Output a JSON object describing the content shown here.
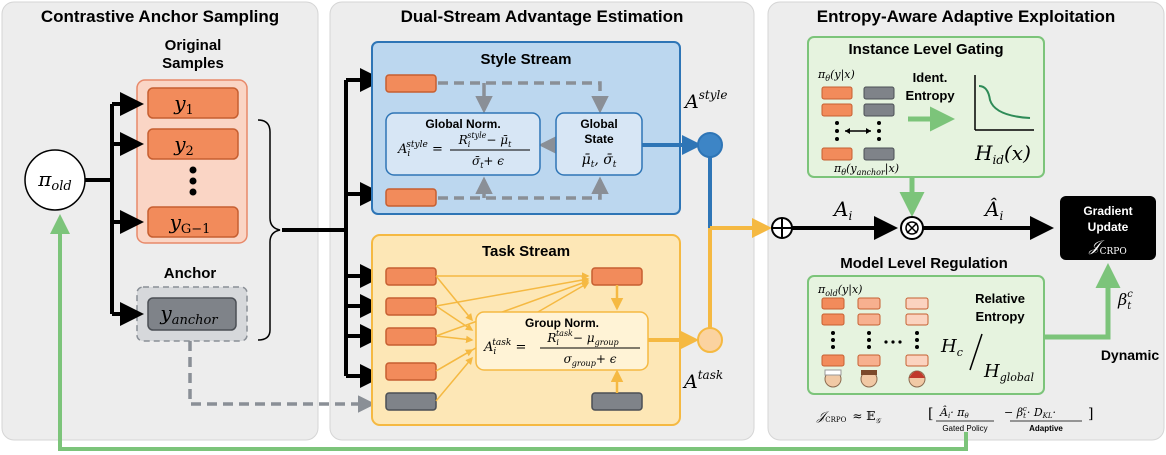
{
  "panels": {
    "left": "Contrastive Anchor Sampling",
    "middle": "Dual-Stream Advantage Estimation",
    "right": "Entropy-Aware Adaptive Exploitation"
  },
  "left": {
    "original_l1": "Original",
    "original_l2": "Samples",
    "policy": "π",
    "policy_sub": "old",
    "samples": [
      {
        "base": "y",
        "sub": "1"
      },
      {
        "base": "y",
        "sub": "2"
      },
      {
        "base": "y",
        "sub": "G−1"
      }
    ],
    "anchor_label": "Anchor",
    "anchor_base": "y",
    "anchor_sub": "anchor"
  },
  "style": {
    "title": "Style Stream",
    "norm_title": "Global Norm.",
    "norm_lhs": "A",
    "norm_lhs_sub": "i",
    "norm_lhs_sup": "style",
    "norm_num": "R",
    "norm_num_sub": "i",
    "norm_num_sup": "style",
    "norm_num_rest": "− μ̄",
    "norm_num_rest_sub": "t",
    "norm_den": "σ̄",
    "norm_den_sub": "t",
    "norm_den_rest": "+ ϵ",
    "state_l1": "Global",
    "state_l2": "State",
    "state_vals": "μ̄",
    "state_vals_sub": "t",
    "state_vals_2": ", σ̄",
    "state_vals_2_sub": "t",
    "out_base": "A",
    "out_sup": "style"
  },
  "task": {
    "title": "Task Stream",
    "norm_title": "Group Norm.",
    "norm_lhs": "A",
    "norm_lhs_sub": "i",
    "norm_lhs_sup": "task",
    "norm_num": "R",
    "norm_num_sub": "i",
    "norm_num_sup": "task",
    "norm_num_rest": "− μ",
    "norm_num_rest_sub": "group",
    "norm_den": "σ",
    "norm_den_sub": "group",
    "norm_den_rest": "+ ϵ",
    "out_base": "A",
    "out_sup": "task"
  },
  "right": {
    "gating_title": "Instance Level Gating",
    "gating_pi": "π",
    "gating_pi_sub": "θ",
    "gating_pi_arg": "(y|x)",
    "ident_l1": "Ident.",
    "ident_l2": "Entropy",
    "hid": "H",
    "hid_sub": "id",
    "hid_arg": "(x)",
    "anchor_pi": "π",
    "anchor_pi_sub": "θ",
    "anchor_pi_arg": "(y",
    "anchor_pi_arg_sub": "anchor",
    "anchor_pi_arg_end": "|x)",
    "ai": "A",
    "ai_sub": "i",
    "ahat": "Â",
    "ahat_sub": "i",
    "grad_l1": "Gradient",
    "grad_l2": "Update",
    "grad_j": "𝒥",
    "grad_j_sub": "CRPO",
    "reg_title": "Model Level Regulation",
    "reg_pi": "π",
    "reg_pi_sub": "old",
    "reg_pi_arg": "(y|x)",
    "rel_l1": "Relative",
    "rel_l2": "Entropy",
    "hc": "H",
    "hc_sub": "c",
    "hglobal": "H",
    "hglobal_sub": "global",
    "beta": "β",
    "beta_sub": "t",
    "beta_sup": "c",
    "dynamic": "Dynamic",
    "formula_j": "𝒥",
    "formula_j_sub": "CRPO",
    "formula_approx": "≈ 𝔼",
    "formula_approx_sub": "𝒢",
    "formula_t1": "Â",
    "formula_t1_sub": "i",
    "formula_t1_rest": "· π",
    "formula_t1_rest_sub": "θ",
    "formula_t2": "− β",
    "formula_t2_sub": "t",
    "formula_t2_sup": "c",
    "formula_t2_rest": "· D",
    "formula_t2_rest_sub": "KL",
    "formula_t2_end": "·",
    "formula_under1": "Gated Policy",
    "formula_under2": "Adaptive"
  },
  "colors": {
    "panel_bg": "#ededed",
    "sample_fill": "#f28b5b",
    "sample_group": "#fad5c5",
    "style_bg": "#bcd7ef",
    "style_border": "#2e75b6",
    "task_bg": "#fde7b6",
    "task_border": "#f5b942",
    "gating_bg": "#e6f3df",
    "gating_border": "#7cc47a",
    "green_arrow": "#7cc47a",
    "blue_arrow": "#2e75b6",
    "orange_arrow": "#f5b942",
    "gray_box": "#7f8389"
  }
}
